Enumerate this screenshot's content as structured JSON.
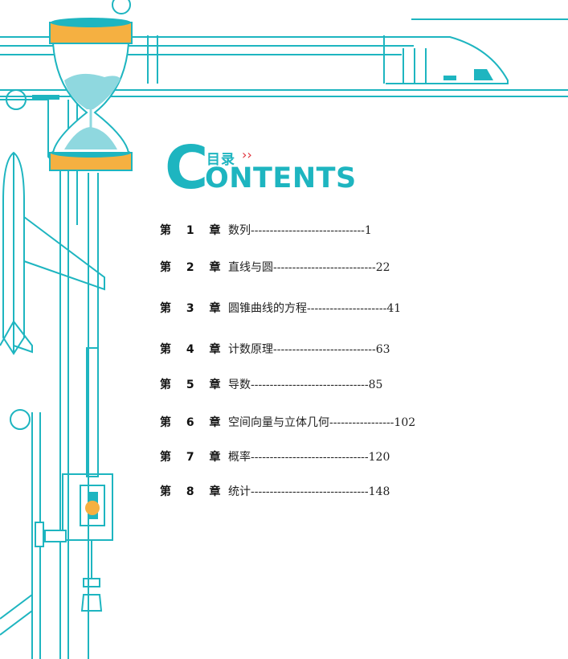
{
  "header": {
    "big_letter": "C",
    "rest_word": "ONTENTS",
    "mulu": "目录",
    "chevrons": "››"
  },
  "toc": [
    {
      "chapter": "第 1 章",
      "entry": "数列------------------------------1"
    },
    {
      "chapter": "第 2 章",
      "entry": "直线与圆---------------------------22"
    },
    {
      "chapter": "第 3 章",
      "entry": "圆锥曲线的方程---------------------41"
    },
    {
      "chapter": "第 4 章",
      "entry": "计数原理---------------------------63"
    },
    {
      "chapter": "第 5 章",
      "entry": "导数-------------------------------85"
    },
    {
      "chapter": "第 6 章",
      "entry": "空间向量与立体几何-----------------102"
    },
    {
      "chapter": "第 7 章",
      "entry": "概率-------------------------------120"
    },
    {
      "chapter": "第 8 章",
      "entry": "统计-------------------------------148"
    }
  ],
  "colors": {
    "accent": "#1eb5c0",
    "orange": "#f5b041",
    "light_teal": "#8fd8df",
    "red": "#e0323b"
  }
}
